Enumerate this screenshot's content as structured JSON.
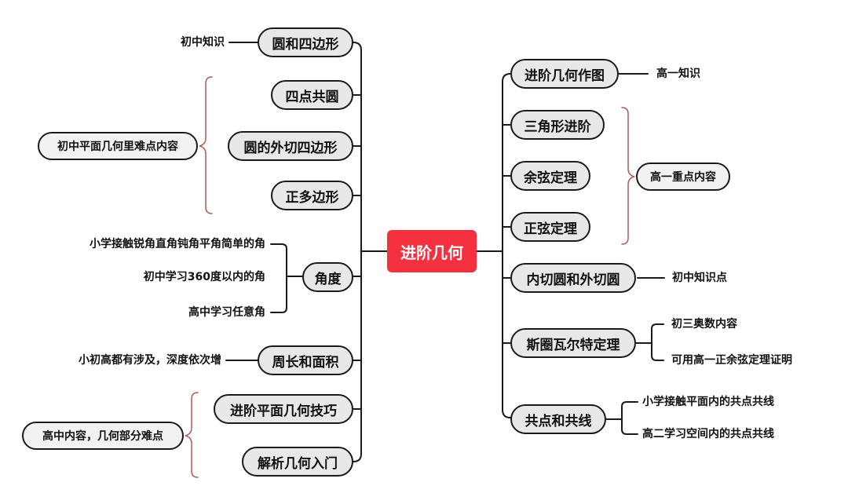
{
  "root": {
    "label": "进阶几何"
  },
  "left": {
    "circle_quad": {
      "label": "圆和四边形",
      "note": "初中知识"
    },
    "cyclic_group_note": "初中平面几何里难点内容",
    "concyclic": {
      "label": "四点共圆"
    },
    "tangential_quad": {
      "label": "圆的外切四边形"
    },
    "regular_polygon": {
      "label": "正多边形"
    },
    "angle": {
      "label": "角度",
      "notes": [
        "小学接触锐角直角钝角平角简单的角",
        "初中学习360度以内的角",
        "高中学习任意角"
      ]
    },
    "perimeter_area": {
      "label": "周长和面积",
      "note": "小初高都有涉及，深度依次增"
    },
    "advanced_group_note": "高中内容，几何部分难点",
    "plane_techniques": {
      "label": "进阶平面几何技巧"
    },
    "analytic_intro": {
      "label": "解析几何入门"
    }
  },
  "right": {
    "construction": {
      "label": "进阶几何作图",
      "note": "高一知识"
    },
    "triangle_group_note": "高一重点内容",
    "triangle_adv": {
      "label": "三角形进阶"
    },
    "cosine_law": {
      "label": "余弦定理"
    },
    "sine_law": {
      "label": "正弦定理"
    },
    "incircle": {
      "label": "内切圆和外切圆",
      "note": "初中知识点"
    },
    "stewart": {
      "label": "斯圈瓦尔特定理",
      "notes": [
        "初三奥数内容",
        "可用高一正余弦定理证明"
      ]
    },
    "concurrent": {
      "label": "共点和共线",
      "notes": [
        "小学接触平面内的共点共线",
        "高二学习空间内的共点共线"
      ]
    }
  },
  "colors": {
    "root_fill": "#f5303f",
    "node_fill": "#e8e8e8",
    "line": "#1b1b1b",
    "brace": "#b05a5a"
  }
}
